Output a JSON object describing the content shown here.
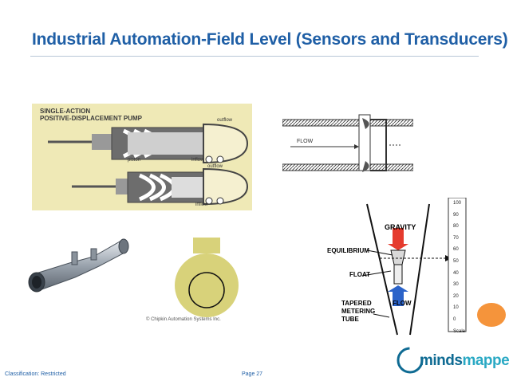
{
  "slide": {
    "title": "Industrial Automation-Field Level (Sensors and Transducers)"
  },
  "pump_figure": {
    "heading_line1": "SINGLE-ACTION",
    "heading_line2": "POSITIVE-DISPLACEMENT PUMP",
    "labels": {
      "outflow_top": "outflow",
      "inflow_top": "inflow",
      "outflow_mid": "outflow",
      "piston": "piston",
      "inflow_bottom": "inflow"
    }
  },
  "pipe_figure": {
    "flow_label": "FLOW"
  },
  "orifice_figure": {
    "copyright": "© Chipkin Automation Systems Inc."
  },
  "rotameter_figure": {
    "gravity": "GRAVITY",
    "equilibrium": "EQUILIBRIUM",
    "float": "FLOAT",
    "tapered_metering_tube_line1": "TAPERED",
    "tapered_metering_tube_line2": "METERING",
    "tapered_metering_tube_line3": "TUBE",
    "flow": "FLOW",
    "scale": [
      "100",
      "90",
      "80",
      "70",
      "60",
      "50",
      "40",
      "30",
      "20",
      "10",
      "0"
    ],
    "scale_unit": "Scale"
  },
  "footer": {
    "classification": "Classification: Restricted",
    "page": "Page 27"
  },
  "logo": {
    "text_main": "minds",
    "text_accent": "mapped"
  },
  "colors": {
    "title": "#1f5fa6",
    "pump_bg": "#efe9b6",
    "orifice_plate": "#d8d27a",
    "gravity_arrow": "#e53b2e",
    "flow_arrow": "#2b63c9",
    "logo": "#0f6b93",
    "accent_orange": "#f5943b"
  }
}
